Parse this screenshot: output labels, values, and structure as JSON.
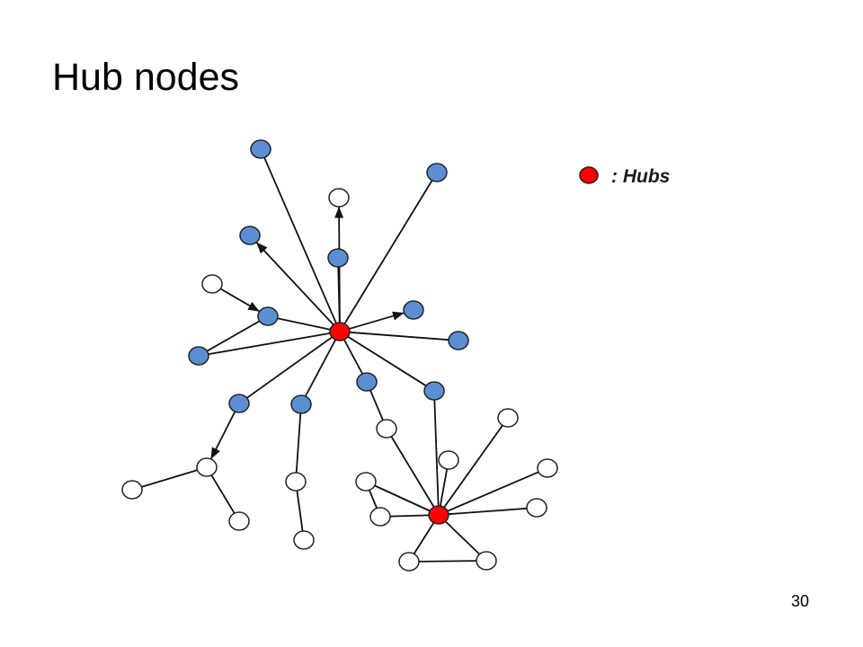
{
  "slide": {
    "title": "Hub nodes",
    "page_number": "30"
  },
  "legend": {
    "label": ": Hubs"
  },
  "colors": {
    "hub": "#ff0000",
    "highlighted": "#5b8fd4",
    "plain": "#ffffff",
    "outline": "#222222",
    "edge": "#111111"
  },
  "graph": {
    "nodes": [
      {
        "id": "h1",
        "kind": "hub"
      },
      {
        "id": "h2",
        "kind": "hub"
      },
      {
        "id": "b1",
        "kind": "highlighted"
      },
      {
        "id": "b2",
        "kind": "highlighted"
      },
      {
        "id": "b3",
        "kind": "highlighted"
      },
      {
        "id": "b4",
        "kind": "highlighted"
      },
      {
        "id": "b5",
        "kind": "highlighted"
      },
      {
        "id": "b6",
        "kind": "highlighted"
      },
      {
        "id": "b7",
        "kind": "highlighted"
      },
      {
        "id": "b8",
        "kind": "highlighted"
      },
      {
        "id": "b9",
        "kind": "highlighted"
      },
      {
        "id": "b10",
        "kind": "highlighted"
      },
      {
        "id": "b11",
        "kind": "highlighted"
      },
      {
        "id": "b12",
        "kind": "highlighted"
      },
      {
        "id": "w1",
        "kind": "plain"
      },
      {
        "id": "w2",
        "kind": "plain"
      },
      {
        "id": "w3",
        "kind": "plain"
      },
      {
        "id": "w4",
        "kind": "plain"
      },
      {
        "id": "w5",
        "kind": "plain"
      },
      {
        "id": "w6",
        "kind": "plain"
      },
      {
        "id": "w7",
        "kind": "plain"
      },
      {
        "id": "w8",
        "kind": "plain"
      },
      {
        "id": "w9",
        "kind": "plain"
      },
      {
        "id": "w10",
        "kind": "plain"
      },
      {
        "id": "w11",
        "kind": "plain"
      },
      {
        "id": "w12",
        "kind": "plain"
      },
      {
        "id": "w13",
        "kind": "plain"
      },
      {
        "id": "w14",
        "kind": "plain"
      },
      {
        "id": "w15",
        "kind": "plain"
      },
      {
        "id": "w16",
        "kind": "plain"
      },
      {
        "id": "w17",
        "kind": "plain"
      }
    ],
    "edges": [
      {
        "from": "b1",
        "to": "h1",
        "arrow": false
      },
      {
        "from": "b2",
        "to": "h1",
        "arrow": false
      },
      {
        "from": "h1",
        "to": "w1",
        "arrow": true
      },
      {
        "from": "h1",
        "to": "b3",
        "arrow": true
      },
      {
        "from": "b4",
        "to": "h1",
        "arrow": false
      },
      {
        "from": "w2",
        "to": "b5",
        "arrow": true
      },
      {
        "from": "b5",
        "to": "h1",
        "arrow": false
      },
      {
        "from": "b5",
        "to": "b6",
        "arrow": false
      },
      {
        "from": "b6",
        "to": "h1",
        "arrow": false
      },
      {
        "from": "h1",
        "to": "b7",
        "arrow": true
      },
      {
        "from": "b8",
        "to": "h1",
        "arrow": false
      },
      {
        "from": "b9",
        "to": "h1",
        "arrow": false
      },
      {
        "from": "b10",
        "to": "h1",
        "arrow": false
      },
      {
        "from": "b11",
        "to": "h1",
        "arrow": false
      },
      {
        "from": "b12",
        "to": "h1",
        "arrow": false
      },
      {
        "from": "b10",
        "to": "w3",
        "arrow": true
      },
      {
        "from": "w3",
        "to": "w4",
        "arrow": false
      },
      {
        "from": "w3",
        "to": "w5",
        "arrow": false
      },
      {
        "from": "b11",
        "to": "w6",
        "arrow": false
      },
      {
        "from": "w6",
        "to": "w7",
        "arrow": false
      },
      {
        "from": "b9",
        "to": "w8",
        "arrow": false
      },
      {
        "from": "w8",
        "to": "h2",
        "arrow": false
      },
      {
        "from": "b12",
        "to": "h2",
        "arrow": false
      },
      {
        "from": "w9",
        "to": "h2",
        "arrow": false
      },
      {
        "from": "w10",
        "to": "h2",
        "arrow": false
      },
      {
        "from": "w11",
        "to": "h2",
        "arrow": false
      },
      {
        "from": "w12",
        "to": "h2",
        "arrow": false
      },
      {
        "from": "w13",
        "to": "h2",
        "arrow": false
      },
      {
        "from": "w14",
        "to": "h2",
        "arrow": false
      },
      {
        "from": "w15",
        "to": "h2",
        "arrow": false
      },
      {
        "from": "w16",
        "to": "h2",
        "arrow": false
      },
      {
        "from": "w17",
        "to": "h2",
        "arrow": false
      },
      {
        "from": "w16",
        "to": "w17",
        "arrow": false
      },
      {
        "from": "w14",
        "to": "w15",
        "arrow": false
      }
    ]
  }
}
